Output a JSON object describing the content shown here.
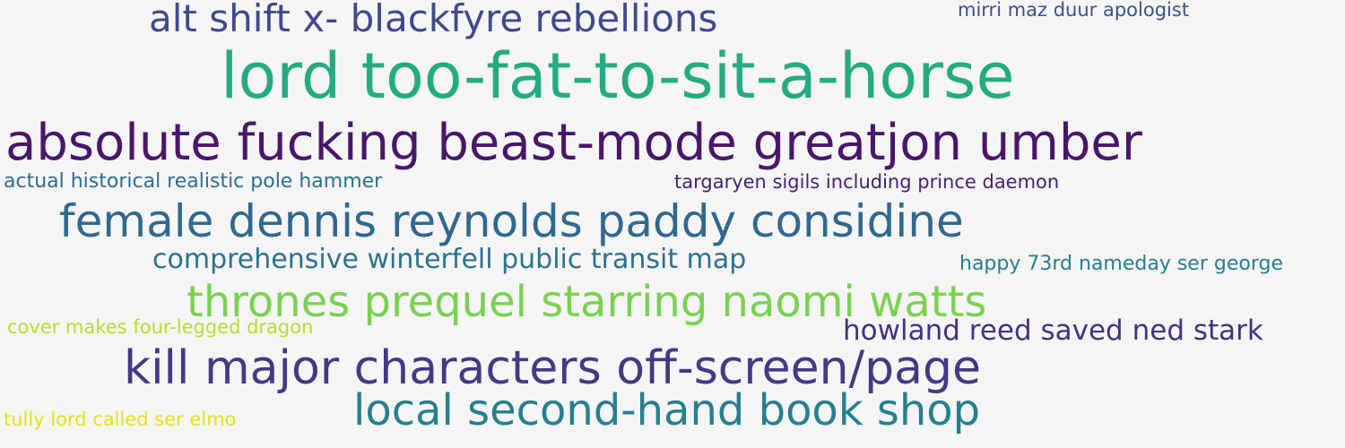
{
  "cloud": {
    "background": "#f5f5f5",
    "words": [
      {
        "text": "alt shift x- blackfyre rebellions",
        "color": "#3f4a8a"
      },
      {
        "text": "mirri maz duur apologist",
        "color": "#3b528b"
      },
      {
        "text": "lord too-fat-to-sit-a-horse",
        "color": "#25ab82"
      },
      {
        "text": "absolute fucking beast-mode greatjon umber",
        "color": "#481769"
      },
      {
        "text": "actual historical realistic pole hammer",
        "color": "#2e6e8e"
      },
      {
        "text": "targaryen sigils including prince daemon",
        "color": "#482173"
      },
      {
        "text": "female dennis reynolds paddy considine",
        "color": "#31688e"
      },
      {
        "text": "comprehensive winterfell public transit map",
        "color": "#2c728e"
      },
      {
        "text": "happy 73rd nameday ser george",
        "color": "#287d8e"
      },
      {
        "text": "thrones prequel starring naomi watts",
        "color": "#7ad151"
      },
      {
        "text": "cover makes four-legged dragon",
        "color": "#b5de2b"
      },
      {
        "text": "howland reed saved ned stark",
        "color": "#46327e"
      },
      {
        "text": "kill major characters off-screen/page",
        "color": "#443983"
      },
      {
        "text": "local second-hand book shop",
        "color": "#277f8e"
      },
      {
        "text": "tully lord called ser elmo",
        "color": "#e2e418"
      }
    ]
  }
}
